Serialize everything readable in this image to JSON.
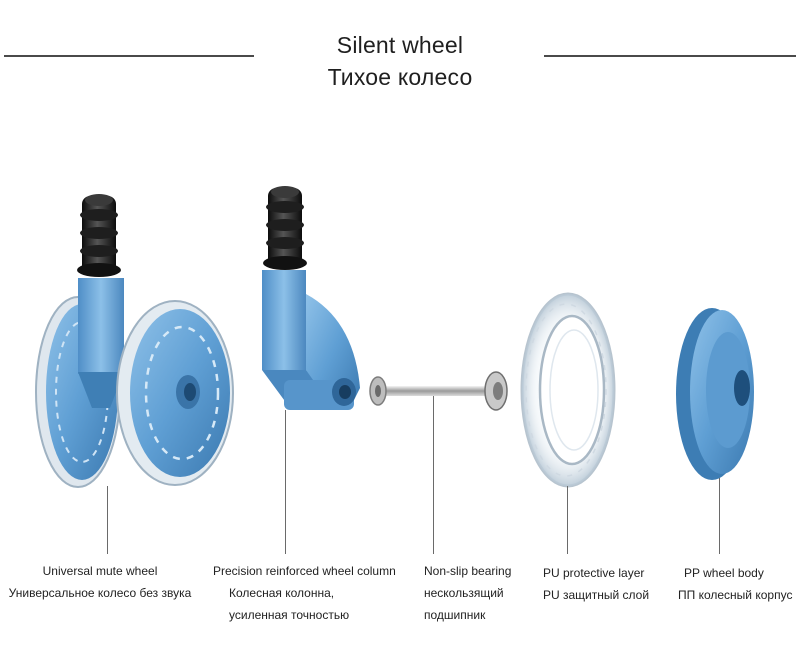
{
  "header": {
    "title_en": "Silent wheel",
    "title_ru": "Тихое колесо"
  },
  "parts": [
    {
      "id": "universal-mute-wheel",
      "label_en": "Universal mute wheel",
      "label_ru": [
        "Универсальное колесо без звука"
      ]
    },
    {
      "id": "wheel-column",
      "label_en": "Precision reinforced wheel column",
      "label_ru": [
        "Колесная колонна,",
        "усиленная точностью"
      ]
    },
    {
      "id": "bearing",
      "label_en": "Non-slip bearing",
      "label_ru": [
        "нескользящий",
        "подшипник"
      ]
    },
    {
      "id": "pu-layer",
      "label_en": "PU protective layer",
      "label_ru": [
        "PU защитный слой"
      ]
    },
    {
      "id": "pp-body",
      "label_en": "PP wheel body",
      "label_ru": [
        "ПП колесный корпус"
      ]
    }
  ],
  "colors": {
    "plastic_blue": "#6ea8d8",
    "plastic_blue_dark": "#3e7fb8",
    "stem_black": "#1a1a1a",
    "clear_ring": "#e6eef4",
    "leader_line": "#6a6a6a"
  }
}
